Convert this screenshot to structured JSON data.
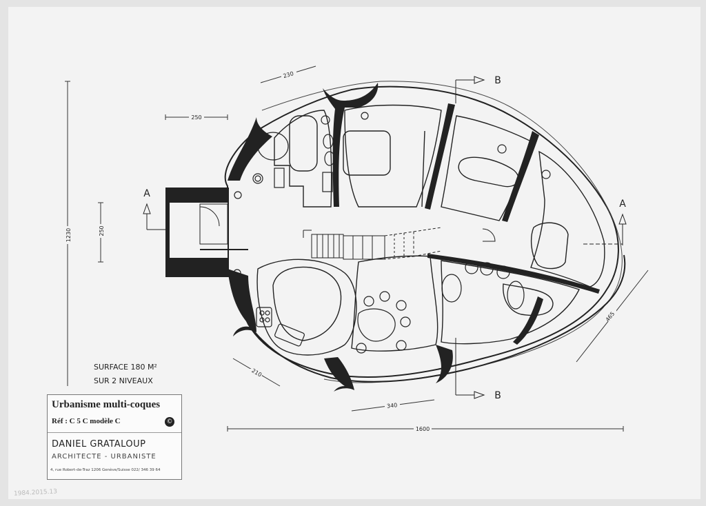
{
  "labels": {
    "section_a_left": "A",
    "section_a_right": "A",
    "section_b_top": "B",
    "section_b_bottom": "B"
  },
  "dimensions": {
    "d230": "230",
    "d250_top": "250",
    "d250_left": "250",
    "d1230": "1230",
    "d210": "210",
    "d340": "340",
    "d465": "465",
    "d1600": "1600"
  },
  "surface": {
    "line1": "SURFACE  180 M²",
    "line2": "SUR  2 NIVEAUX"
  },
  "title_block": {
    "title": "Urbanisme  multi-coques",
    "ref": "Réf : C 5 C modèle C",
    "logo": "©",
    "architect": "DANIEL GRATALOUP",
    "role": "ARCHITECTE - URBANISTE",
    "address": "4, rue Robert-de-Traz    1206 Genève/Suisse    022/ 346 39 64"
  },
  "archive_number": "1984.2015.13"
}
